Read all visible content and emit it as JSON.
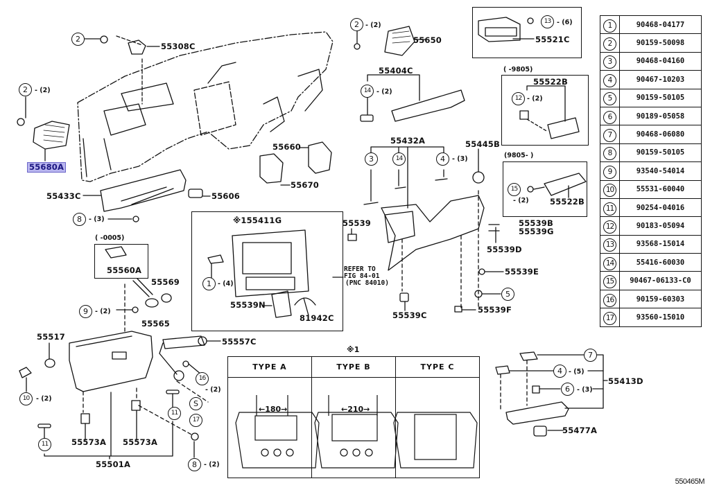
{
  "diagram": {
    "figure_code": "550465M",
    "legend": [
      {
        "ref": "1",
        "part": "90468-04177"
      },
      {
        "ref": "2",
        "part": "90159-50098"
      },
      {
        "ref": "3",
        "part": "90468-04160"
      },
      {
        "ref": "4",
        "part": "90467-10203"
      },
      {
        "ref": "5",
        "part": "90159-50105"
      },
      {
        "ref": "6",
        "part": "90189-05058"
      },
      {
        "ref": "7",
        "part": "90468-06080"
      },
      {
        "ref": "8",
        "part": "90159-50105"
      },
      {
        "ref": "9",
        "part": "93540-54014"
      },
      {
        "ref": "10",
        "part": "55531-60040"
      },
      {
        "ref": "11",
        "part": "90254-04016"
      },
      {
        "ref": "12",
        "part": "90183-05094"
      },
      {
        "ref": "13",
        "part": "93568-15014"
      },
      {
        "ref": "14",
        "part": "55416-60030"
      },
      {
        "ref": "15",
        "part": "90467-06133-C0"
      },
      {
        "ref": "16",
        "part": "90159-60303"
      },
      {
        "ref": "17",
        "part": "93560-15010"
      }
    ],
    "part_labels": {
      "p55308C": "55308C",
      "p55680A": "55680A",
      "p55433C": "55433C",
      "p55606": "55606",
      "p55650": "55650",
      "p55404C": "55404C",
      "p55521C": "55521C",
      "p55522B_a": "55522B",
      "p55522B_b": "55522B",
      "p55660": "55660",
      "p55670": "55670",
      "p55432A": "55432A",
      "p55445B": "55445B",
      "p55411G": "※155411G",
      "p55539": "55539",
      "p55539B": "55539B",
      "p55539G": "55539G",
      "p55539D": "55539D",
      "p55539E": "55539E",
      "p55539F": "55539F",
      "p55539C": "55539C",
      "p55539N": "55539N",
      "p81942C": "81942C",
      "p55560A": "55560A",
      "p55569": "55569",
      "p55565": "55565",
      "p55517": "55517",
      "p55557C": "55557C",
      "p55573A_a": "55573A",
      "p55573A_b": "55573A",
      "p55501A": "55501A",
      "p55413D": "55413D",
      "p55477A": "55477A"
    },
    "callouts": {
      "c2_top": {
        "ref": "2",
        "qty": ""
      },
      "c2_left": {
        "ref": "2",
        "qty": "- (2)"
      },
      "c8_left": {
        "ref": "8",
        "qty": "- (3)"
      },
      "c2_vent": {
        "ref": "2",
        "qty": "- (2)"
      },
      "c13": {
        "ref": "13",
        "qty": "- (6)"
      },
      "c14_a": {
        "ref": "14",
        "qty": "- (2)"
      },
      "c12": {
        "ref": "12",
        "qty": "- (2)"
      },
      "c3": {
        "ref": "3",
        "qty": ""
      },
      "c14_b": {
        "ref": "14",
        "qty": ""
      },
      "c4": {
        "ref": "4",
        "qty": "- (3)"
      },
      "c15": {
        "ref": "15",
        "qty": "- (2)"
      },
      "c1": {
        "ref": "1",
        "qty": "- (4)"
      },
      "c5": {
        "ref": "5",
        "qty": ""
      },
      "c9": {
        "ref": "9",
        "qty": "- (2)"
      },
      "c10": {
        "ref": "10",
        "qty": "- (2)"
      },
      "c16": {
        "ref": "16",
        "qty": ""
      },
      "c16_qty": "- (2)",
      "cS": {
        "ref": "S",
        "qty": ""
      },
      "c17": {
        "ref": "17",
        "qty": ""
      },
      "c11_a": {
        "ref": "11",
        "qty": ""
      },
      "c11_b": {
        "ref": "11",
        "qty": ""
      },
      "c8_bottom": {
        "ref": "8",
        "qty": "- (2)"
      },
      "c7": {
        "ref": "7",
        "qty": ""
      },
      "c4_b": {
        "ref": "4",
        "qty": "- (5)"
      },
      "c6": {
        "ref": "6",
        "qty": "- (3)"
      }
    },
    "date_ranges": {
      "r_9805_until": "(        -9805)",
      "r_9805_from": "(9805-          )",
      "r_0005_until": "(        -0005)"
    },
    "refer_note": [
      "REFER TO",
      "FIG 84-01",
      "(PNC 84010)"
    ],
    "types": {
      "note": "※1",
      "columns": [
        {
          "title": "TYPE  A",
          "dimension": "180"
        },
        {
          "title": "TYPE  B",
          "dimension": "210"
        },
        {
          "title": "TYPE  C",
          "dimension": ""
        }
      ]
    }
  }
}
